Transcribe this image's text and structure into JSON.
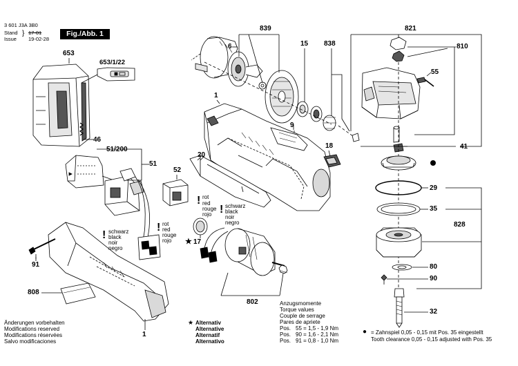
{
  "header": {
    "doc_number": "3 601 J3A 3B0",
    "stand_label": "Stand",
    "issue_label": "Issue",
    "stand_value": "17-01",
    "issue_value": "19-02-28",
    "figure_label": "Fig./Abb. 1"
  },
  "callouts": {
    "p653": "653",
    "p653_1_22": "653/1/22",
    "p46": "46",
    "p51_200": "51/200",
    "p51": "51",
    "p52": "52",
    "p91": "91",
    "p808": "808",
    "p1_bottom": "1",
    "p1_top": "1",
    "p6": "6",
    "p839": "839",
    "p15": "15",
    "p838": "838",
    "p9": "9",
    "p20": "20",
    "p18": "18",
    "p17": "17",
    "p802": "802",
    "p821": "821",
    "p810": "810",
    "p55": "55",
    "p41": "41",
    "p29": "29",
    "p35": "35",
    "p828": "828",
    "p80": "80",
    "p90": "90",
    "p32": "32"
  },
  "wire_labels_motor": {
    "rot": "rot",
    "red": "red",
    "rouge": "rouge",
    "rojo": "rojo",
    "schwarz": "schwarz",
    "black": "black",
    "noir": "noir",
    "negro": "negro"
  },
  "wire_labels_switch": {
    "schwarz": "schwarz",
    "black": "black",
    "noir": "noir",
    "negro": "negro",
    "rot": "rot",
    "red": "red",
    "rouge": "rouge",
    "rojo": "rojo"
  },
  "footer_left": {
    "line1": "Änderungen vorbehalten",
    "line2": "Modifications reserved",
    "line3": "Modifications réservées",
    "line4": "Salvo modificaciones"
  },
  "alternative": {
    "star": "★",
    "line1": "Alternativ",
    "line2": "Alternative",
    "line3": "Alternatif",
    "line4": "Alternativo"
  },
  "torque": {
    "line1": "Anzugsmomente",
    "line2": "Torque values",
    "line3": "Couple de serrage",
    "line4": "Pares de apriete",
    "row1_pos": "Pos.",
    "row1_val": "55 = 1,5 - 1,9 Nm",
    "row2_pos": "Pos.",
    "row2_val": "90 = 1,6 - 2,1 Nm",
    "row3_pos": "Pos.",
    "row3_val": "91 = 0,8 - 1,0 Nm"
  },
  "clearance": {
    "bullet": "●",
    "line1": "= Zahnspiel 0,05 - 0,15 mit Pos. 35 eingestellt",
    "line2": "Tooth clearance 0,05 - 0,15 adjusted with Pos. 35"
  },
  "icons": [
    "warning-exclamation-icon",
    "star-alternative-icon",
    "bullet-dot-icon"
  ],
  "colors": {
    "ink": "#000000",
    "part_fill": "#ffffff",
    "shade": "#d9d9d9",
    "dark": "#555555"
  }
}
